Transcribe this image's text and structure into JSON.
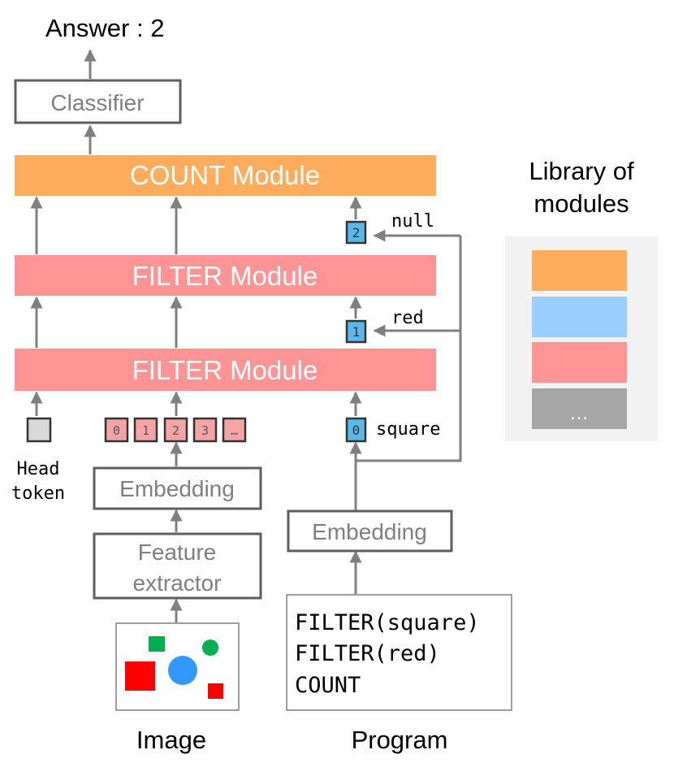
{
  "answer": {
    "label": "Answer : 2"
  },
  "classifier": {
    "label": "Classifier"
  },
  "modules": {
    "count": {
      "label": "COUNT Module",
      "color": "#FFAD5C"
    },
    "filter_top": {
      "label": "FILTER Module",
      "color": "#FF9494"
    },
    "filter_bottom": {
      "label": "FILTER Module",
      "color": "#FF9494"
    }
  },
  "head_token": {
    "line1": "Head",
    "line2": "token",
    "color": "#D9D9D9"
  },
  "image_tokens": {
    "items": [
      "0",
      "1",
      "2",
      "3",
      "…"
    ],
    "color": "#F4A4A4"
  },
  "program_tokens": {
    "color": "#5BB8EC",
    "items": [
      {
        "index": "0",
        "arg": "square"
      },
      {
        "index": "1",
        "arg": "red"
      },
      {
        "index": "2",
        "arg": "null"
      }
    ]
  },
  "image_branch": {
    "embedding_label": "Embedding",
    "feature_extractor_line1": "Feature",
    "feature_extractor_line2": "extractor",
    "caption": "Image"
  },
  "program_branch": {
    "embedding_label": "Embedding",
    "code_lines": [
      "FILTER(square)",
      "FILTER(red)",
      "COUNT"
    ],
    "caption": "Program"
  },
  "library": {
    "title_line1": "Library of",
    "title_line2": "modules",
    "swatches": [
      {
        "color": "#FFAD5C",
        "label": ""
      },
      {
        "color": "#9ACFFF",
        "label": ""
      },
      {
        "color": "#FF9494",
        "label": ""
      },
      {
        "color": "#A6A6A6",
        "label": "…"
      }
    ]
  },
  "colors": {
    "line": "#808080",
    "box_border": "#5f5f5f",
    "library_bg": "#F2F2F2",
    "shape_red": "#FF0000",
    "shape_green": "#00B050",
    "shape_blue": "#3399FF"
  }
}
